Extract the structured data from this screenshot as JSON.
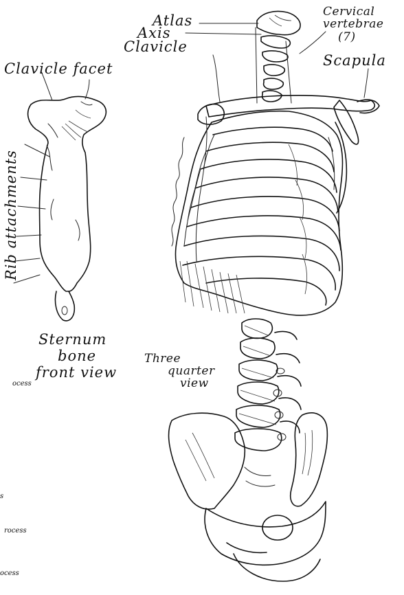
{
  "labels": {
    "atlas": "Atlas",
    "axis": "Axis",
    "clavicle": "Clavicle",
    "cervical_vertebrae": "Cervical vertebrae",
    "cervical_count": "(7)",
    "scapula": "Scapula",
    "clavicle_facet": "Clavicle facet",
    "rib_attachments": "Rib attachments",
    "sternum_caption_1": "Sternum",
    "sternum_caption_2": "bone",
    "sternum_caption_3": "front view",
    "three_quarter_1": "Three",
    "three_quarter_2": "quarter",
    "three_quarter_3": "view",
    "clipped_process_1": "ocess",
    "clipped_s": "s",
    "clipped_process_2": "rocess",
    "clipped_process_3": "ocess"
  }
}
